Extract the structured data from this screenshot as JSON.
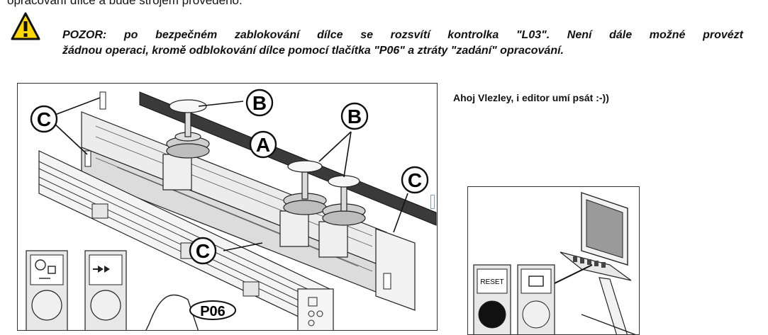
{
  "doc": {
    "top_line": "opracování dílce a bude strojem provedeno.",
    "warning_line1": "POZOR: po bezpečném zablokování dílce se rozsvítí kontrolka \"L03\". Není dále možné provézt",
    "warning_line2": "žádnou operaci, kromě odblokování dílce pomocí tlačítka \"P06\" a ztráty \"zadání\" opracování.",
    "editor_note": "Ahoj Vlezley, i editor umí psát  :-))"
  },
  "figure_left": {
    "labels": {
      "a": "A",
      "b1": "B",
      "b2": "B",
      "c1": "C",
      "c2": "C",
      "c3": "C",
      "p06": "P06"
    }
  },
  "figure_right": {
    "reset_label": "RESET"
  },
  "icons": [
    "warning-icon",
    "double-arrow-icon",
    "clamp-icon",
    "cycle-icon"
  ],
  "colors": {
    "bar": "#3a3a3a",
    "machine_line": "#222222",
    "button_light": "#f0f0f0"
  }
}
